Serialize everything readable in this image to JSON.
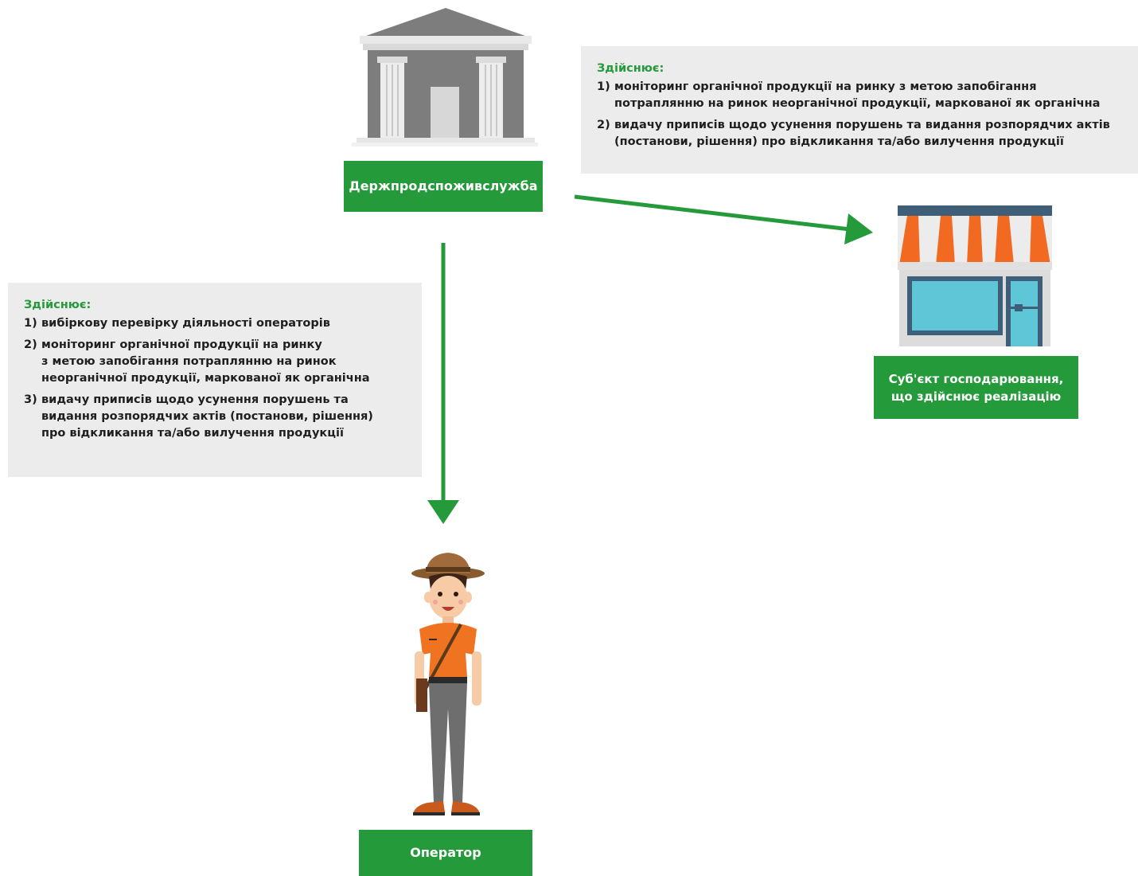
{
  "colors": {
    "accent_green": "#259a3b",
    "box_gray": "#ececec",
    "arrow_green": "#259a3b"
  },
  "nodes": {
    "authority": {
      "label": "Держпродспоживслужба",
      "icon": "government-building-icon"
    },
    "seller": {
      "label": "Суб'єкт господарювання,\nщо здійснює реалізацію",
      "icon": "shop-storefront-icon"
    },
    "operator": {
      "label": "Оператор",
      "icon": "farmer-person-icon"
    }
  },
  "right_box": {
    "heading": "Здійснює:",
    "items": [
      {
        "num": "1)",
        "text": "моніторинг органічної продукції на ринку з метою запобігання\nпотраплянню на ринок неорганічної продукції, маркованої як органічна"
      },
      {
        "num": "2)",
        "text": "видачу приписів щодо усунення порушень та видання розпорядчих актів\n(постанови, рішення) про  відкликання та/або вилучення продукції"
      }
    ]
  },
  "left_box": {
    "heading": "Здійснює:",
    "items": [
      {
        "num": "1)",
        "text": "вибіркову перевірку діяльності операторів"
      },
      {
        "num": "2)",
        "text": "моніторинг органічної продукції на ринку\nз метою запобігання потраплянню на ринок\nнеорганічної продукції, маркованої як органічна"
      },
      {
        "num": "3)",
        "text": "видачу приписів щодо усунення порушень та\nвидання розпорядчих актів (постанови, рішення)\nпро відкликання та/або вилучення продукції"
      }
    ]
  },
  "arrows": [
    {
      "from": "authority",
      "to": "seller"
    },
    {
      "from": "authority",
      "to": "operator"
    }
  ]
}
